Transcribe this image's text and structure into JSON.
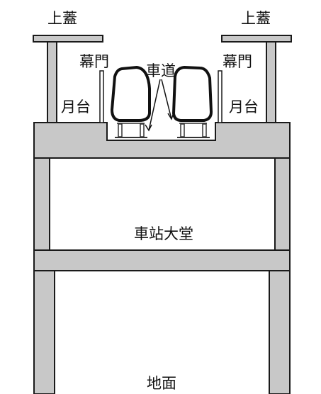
{
  "labels": {
    "canopy_left": "上蓋",
    "canopy_right": "上蓋",
    "psd_left": "幕門",
    "psd_right": "幕門",
    "track": "車道",
    "platform_left": "月台",
    "platform_right": "月台",
    "concourse": "車站大堂",
    "ground": "地面"
  }
}
